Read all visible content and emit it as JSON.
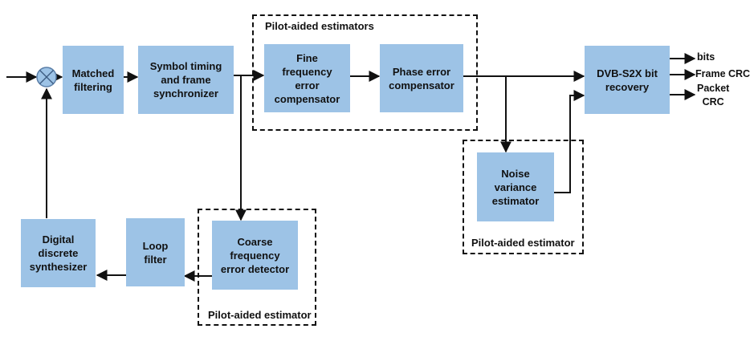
{
  "blocks": {
    "matched": "Matched\nfiltering",
    "symbol": "Symbol timing\nand frame\nsynchronizer",
    "fine": "Fine\nfrequency\nerror\ncompensator",
    "phase": "Phase error\ncompensator",
    "dvb": "DVB-S2X bit\nrecovery",
    "noise": "Noise\nvariance\nestimator",
    "coarse": "Coarse\nfrequency\nerror detector",
    "loop": "Loop\nfilter",
    "dds": "Digital\ndiscrete\nsynthesizer"
  },
  "groups": {
    "top": "Pilot-aided estimators",
    "noise": "Pilot-aided estimator",
    "coarse": "Pilot-aided estimator"
  },
  "outputs": {
    "bits": "bits",
    "frame_crc": "Frame CRC",
    "packet_crc": "Packet\nCRC"
  },
  "mixer_icon": "mixer-icon"
}
